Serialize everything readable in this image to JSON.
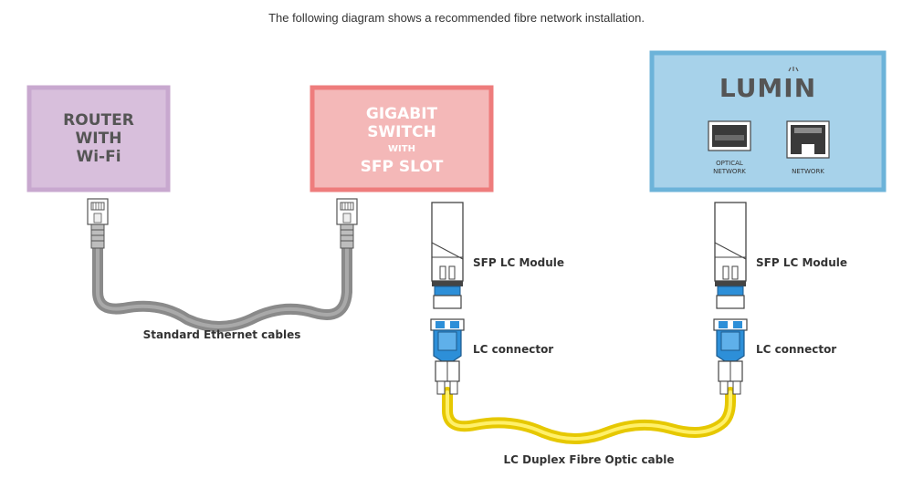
{
  "caption": "The following diagram shows a recommended fibre network installation.",
  "router": {
    "line1": "ROUTER",
    "line2": "WITH",
    "line3": "Wi-Fi"
  },
  "switch": {
    "line1": "GIGABIT",
    "line2": "SWITCH",
    "line3": "WITH",
    "line4": "SFP SLOT"
  },
  "lumin": {
    "brand": "LUMIN",
    "optical_line1": "OPTICAL",
    "optical_line2": "NETWORK",
    "network_label": "NETWORK"
  },
  "labels": {
    "ethernet_cables": "Standard Ethernet cables",
    "sfp_module_left": "SFP LC Module",
    "sfp_module_right": "SFP LC Module",
    "lc_connector_left": "LC connector",
    "lc_connector_right": "LC connector",
    "fibre_cable": "LC Duplex Fibre Optic cable"
  },
  "colors": {
    "router_fill": "#d8bfdc",
    "router_border": "#c8a8cf",
    "switch_fill": "#f4b8b8",
    "switch_border": "#ee7c7c",
    "lumin_fill": "#a7d2ea",
    "lumin_border": "#6cb3d9",
    "ethernet_cable": "#8a8a8a",
    "fibre_cable": "#f2dc1d",
    "lc_blue": "#2d8fd8"
  }
}
